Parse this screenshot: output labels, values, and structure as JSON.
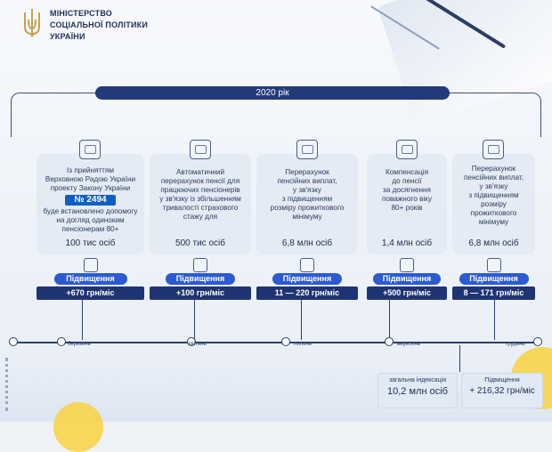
{
  "header": {
    "title_line1": "МІНІСТЕРСТВО",
    "title_line2": "СОЦІАЛЬНОЇ ПОЛІТИКИ",
    "title_line3": "УКРАЇНИ"
  },
  "year": "2020 рік",
  "cards": [
    {
      "lines": [
        "Із прийняттям",
        "Верховною Радою України",
        "проекту Закону України"
      ],
      "badge": "№ 2494",
      "lines_after": [
        "буде встановлено допомогу",
        "на догляд одиноким",
        "пенсіонерам 80+"
      ],
      "people": "100 тис осіб",
      "increase_label": "Підвищення",
      "amount": "+670 грн/міс"
    },
    {
      "lines": [
        "Автоматичний",
        "перерахунок пенсії для",
        "працюючих пенсіонерів",
        "у зв'язку із збільшенням",
        "тривалості страхового",
        "стажу для"
      ],
      "people": "500 тис осіб",
      "increase_label": "Підвищення",
      "amount": "+100 грн/міс"
    },
    {
      "lines": [
        "Перерахунок",
        "пенсійних виплат,",
        "у зв'язку",
        "з підвищенням",
        "розміру прожиткового",
        "мінімуму"
      ],
      "people": "6,8 млн осіб",
      "increase_label": "Підвищення",
      "amount": "11 — 220 грн/міс"
    },
    {
      "lines": [
        "Компенсація",
        "до пенсії",
        "за досягнення",
        "поважного віку",
        "80+ років"
      ],
      "people": "1,4  млн осіб",
      "increase_label": "Підвищення",
      "amount": "+500 грн/міс"
    },
    {
      "lines": [
        "Перерахунок",
        "пенсійних виплат,",
        "у зв'язку",
        "з підвищенням",
        "розміру",
        "прожиткового",
        "мінімуму"
      ],
      "people": "6,8 млн осіб",
      "increase_label": "Підвищення",
      "amount": "8 — 171 грн/міс"
    }
  ],
  "timeline": {
    "months": [
      "березень",
      "квітень",
      "липень",
      "вересень",
      "грудень"
    ]
  },
  "summary": {
    "indexation_caption": "загальна індексація",
    "indexation_value": "10,2 млн осіб",
    "increase_caption": "Підвищення",
    "increase_value": "+ 216,32 грн/міс"
  },
  "colors": {
    "navy": "#233a7a",
    "blue": "#2c5ad0",
    "badge": "#0f5fc4",
    "card": "#e4ebf4",
    "accent_yellow": "#f7d44a"
  },
  "icons": [
    "trident-icon",
    "document-icon",
    "chart-icon",
    "monitor-icon",
    "calculator-icon",
    "wallet-icon"
  ]
}
